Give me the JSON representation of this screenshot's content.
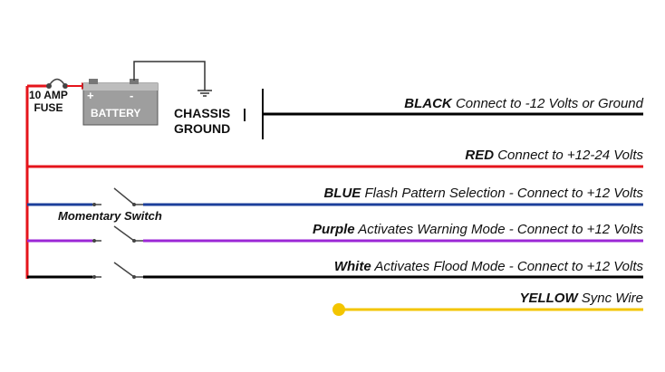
{
  "components": {
    "fuse": {
      "line1": "10 AMP",
      "line2": "FUSE"
    },
    "battery": {
      "label": "BATTERY",
      "plus": "+",
      "minus": "-",
      "color": "#9e9e9e"
    },
    "chassis_ground": {
      "line1": "CHASSIS",
      "line2": "GROUND"
    },
    "switch_label": "Momentary Switch"
  },
  "wires": [
    {
      "id": "black",
      "color_name": "BLACK",
      "desc": "Connect to -12 Volts or Ground",
      "color": "#000000"
    },
    {
      "id": "red",
      "color_name": "RED",
      "desc": "Connect to +12-24 Volts",
      "color": "#e5141b"
    },
    {
      "id": "blue",
      "color_name": "BLUE",
      "desc": "Flash Pattern Selection - Connect to +12 Volts",
      "color": "#1c3f9b"
    },
    {
      "id": "purple",
      "color_name": "Purple",
      "desc": "Activates Warning Mode - Connect to +12 Volts",
      "color": "#9b27d6"
    },
    {
      "id": "white",
      "color_name": "White",
      "desc": "Activates Flood Mode - Connect to +12 Volts",
      "color": "#000000"
    },
    {
      "id": "yellow",
      "color_name": "YELLOW",
      "desc": "Sync Wire",
      "color": "#f3c500"
    }
  ]
}
